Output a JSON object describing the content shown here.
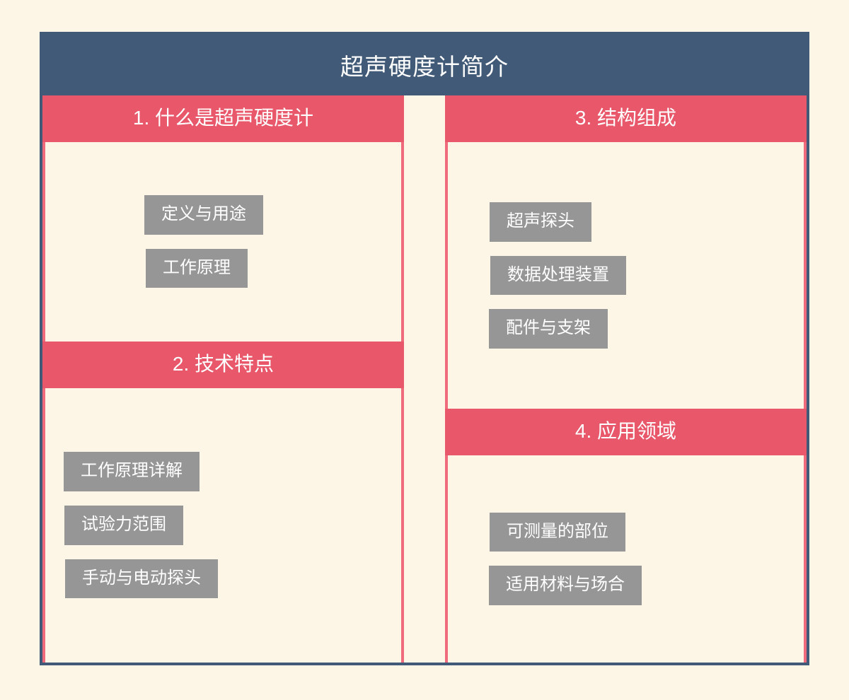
{
  "diagram": {
    "title": "超声硬度计简介",
    "colors": {
      "page_background": "#fdf6e6",
      "title_bar": "#415a77",
      "section_header": "#e8576a",
      "section_border": "#ef6b7b",
      "item_box": "#969696",
      "text_on_dark": "#ffffff",
      "outer_border": "#415a77"
    },
    "columns": [
      {
        "name": "left-column",
        "sections": [
          {
            "number": "1.",
            "header": "1. 什么是超声硬度计",
            "items": [
              {
                "label": "定义与用途"
              },
              {
                "label": "工作原理"
              }
            ]
          },
          {
            "number": "2.",
            "header": "2. 技术特点",
            "items": [
              {
                "label": "工作原理详解"
              },
              {
                "label": "试验力范围"
              },
              {
                "label": "手动与电动探头"
              }
            ]
          }
        ]
      },
      {
        "name": "right-column",
        "sections": [
          {
            "number": "3.",
            "header": "3. 结构组成",
            "items": [
              {
                "label": "超声探头"
              },
              {
                "label": "数据处理装置"
              },
              {
                "label": "配件与支架"
              }
            ]
          },
          {
            "number": "4.",
            "header": "4. 应用领域",
            "items": [
              {
                "label": "可测量的部位"
              },
              {
                "label": "适用材料与场合"
              }
            ]
          }
        ]
      }
    ]
  }
}
